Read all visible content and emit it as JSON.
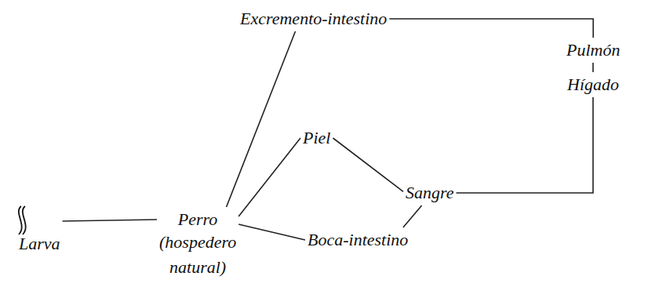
{
  "diagram": {
    "nodes": [
      {
        "text": [
          "Excremento-intestino"
        ]
      },
      {
        "text": [
          "Pulmón"
        ]
      },
      {
        "text": [
          "Hígado"
        ]
      },
      {
        "text": [
          "Piel"
        ]
      },
      {
        "text": [
          "Sangre"
        ]
      },
      {
        "text": [
          "Larva"
        ]
      },
      {
        "text": [
          "Perro",
          "(hospedero natural)"
        ]
      },
      {
        "text": [
          "Boca-intestino"
        ]
      }
    ],
    "edges": [
      {
        "from": 5,
        "to": 6,
        "arrow": "none"
      },
      {
        "from": 6,
        "to": 0,
        "arrow": "none"
      },
      {
        "from": 6,
        "to": 3,
        "arrow": "none"
      },
      {
        "from": 6,
        "to": 7,
        "arrow": "none"
      },
      {
        "from": 3,
        "to": 4,
        "arrow": "none"
      },
      {
        "from": 7,
        "to": 4,
        "arrow": "none"
      },
      {
        "from": 4,
        "to": 2,
        "arrow": "none"
      },
      {
        "from": 2,
        "to": 1,
        "arrow": "none"
      },
      {
        "from": 1,
        "to": 0,
        "arrow": "none"
      }
    ]
  }
}
